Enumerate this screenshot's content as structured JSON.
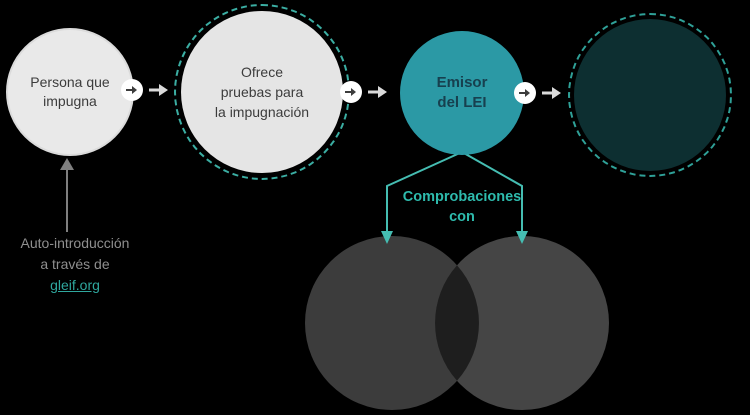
{
  "colors": {
    "background": "#000000",
    "teal_circle": "#2B99A5",
    "teal_accent": "#45BDB2",
    "teal_link": "#2FA79E",
    "dark_navy_text": "#17404F",
    "light_circle": "#E9E9E9",
    "dark_circle_fill": "#0D2F31",
    "venn_gray_left": "#3C3C3C",
    "venn_gray_right": "#454545",
    "venn_overlap": "#1E1E1E",
    "gray_text": "#8F8F8F"
  },
  "flow": {
    "nodes": [
      {
        "label": "Persona que impugna"
      },
      {
        "label": "Ofrece pruebas para la impugnación"
      },
      {
        "label": "Emisor del LEI"
      },
      {
        "label": ""
      }
    ]
  },
  "annotation": {
    "line1": "Auto-introducción",
    "line2": "a través de",
    "link": "gleif.org"
  },
  "check_label": {
    "line1": "Comprobaciones",
    "line2": "con"
  }
}
